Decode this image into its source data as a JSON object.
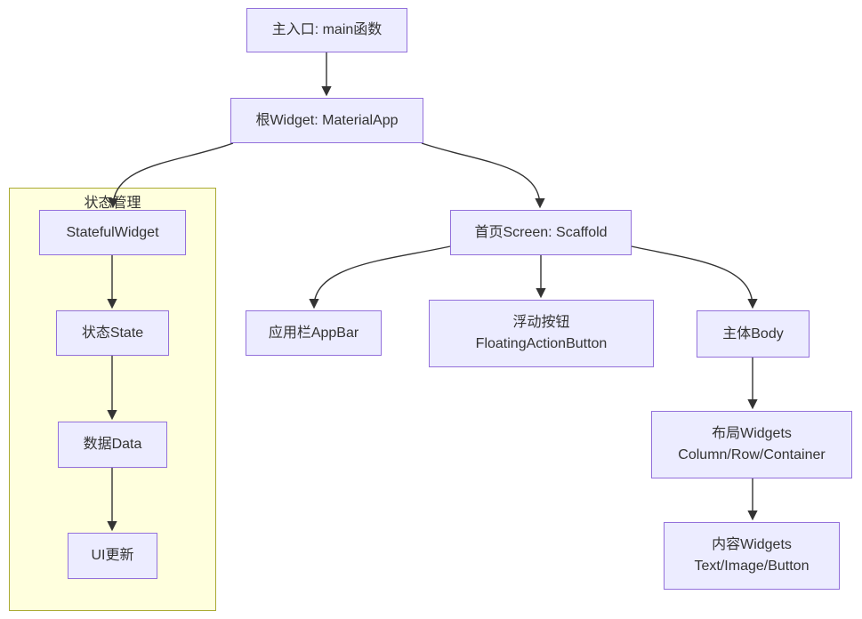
{
  "diagram": {
    "type": "flowchart",
    "direction": "top-down",
    "background": "#ffffff",
    "colors": {
      "node_fill": "#ececff",
      "node_border": "#9370db",
      "cluster_fill": "#ffffde",
      "cluster_border": "#aaaa33",
      "edge": "#333333",
      "text": "#333333"
    },
    "cluster": {
      "label": "状态管理"
    },
    "nodes": {
      "main_entry": {
        "label": "主入口: main函数"
      },
      "material_app": {
        "label": "根Widget: MaterialApp"
      },
      "stateful_widget": {
        "label": "StatefulWidget"
      },
      "state": {
        "label": "状态State"
      },
      "data": {
        "label": "数据Data"
      },
      "ui_update": {
        "label": "UI更新"
      },
      "scaffold": {
        "label": "首页Screen: Scaffold"
      },
      "app_bar": {
        "label": "应用栏AppBar"
      },
      "floating_action_button": {
        "label": "浮动按钮\nFloatingActionButton"
      },
      "body": {
        "label": "主体Body"
      },
      "layout_widgets": {
        "label": "布局Widgets\nColumn/Row/Container"
      },
      "content_widgets": {
        "label": "内容Widgets\nText/Image/Button"
      }
    },
    "edges": [
      {
        "from": "main_entry",
        "to": "material_app"
      },
      {
        "from": "material_app",
        "to": "stateful_widget"
      },
      {
        "from": "material_app",
        "to": "scaffold"
      },
      {
        "from": "scaffold",
        "to": "app_bar"
      },
      {
        "from": "scaffold",
        "to": "floating_action_button"
      },
      {
        "from": "scaffold",
        "to": "body"
      },
      {
        "from": "stateful_widget",
        "to": "state"
      },
      {
        "from": "state",
        "to": "data"
      },
      {
        "from": "data",
        "to": "ui_update"
      },
      {
        "from": "body",
        "to": "layout_widgets"
      },
      {
        "from": "layout_widgets",
        "to": "content_widgets"
      }
    ]
  }
}
